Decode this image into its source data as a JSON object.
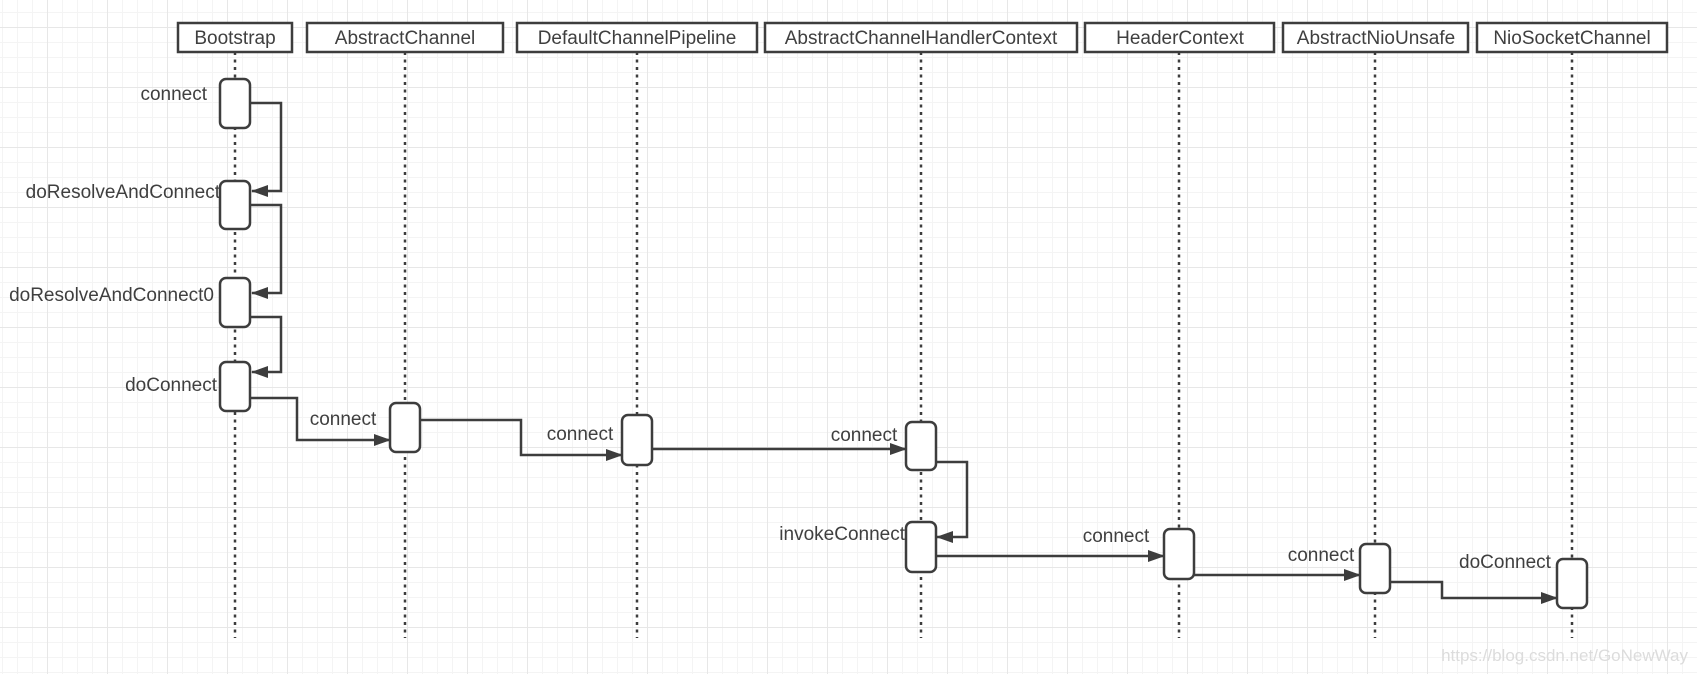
{
  "diagram": {
    "kind": "uml-sequence-diagram",
    "participants": [
      {
        "name": "Bootstrap"
      },
      {
        "name": "AbstractChannel"
      },
      {
        "name": "DefaultChannelPipeline"
      },
      {
        "name": "AbstractChannelHandlerContext"
      },
      {
        "name": "HeaderContext"
      },
      {
        "name": "AbstractNioUnsafe"
      },
      {
        "name": "NioSocketChannel"
      }
    ],
    "messages": [
      {
        "label": "connect",
        "from": "Bootstrap",
        "to": "Bootstrap",
        "type": "self"
      },
      {
        "label": "doResolveAndConnect",
        "from": "Bootstrap",
        "to": "Bootstrap",
        "type": "self"
      },
      {
        "label": "doResolveAndConnect0",
        "from": "Bootstrap",
        "to": "Bootstrap",
        "type": "self"
      },
      {
        "label": "doConnect",
        "from": "Bootstrap",
        "to": "Bootstrap",
        "type": "self"
      },
      {
        "label": "connect",
        "from": "Bootstrap",
        "to": "AbstractChannel",
        "type": "call"
      },
      {
        "label": "connect",
        "from": "AbstractChannel",
        "to": "DefaultChannelPipeline",
        "type": "call"
      },
      {
        "label": "connect",
        "from": "DefaultChannelPipeline",
        "to": "AbstractChannelHandlerContext",
        "type": "call"
      },
      {
        "label": "invokeConnect",
        "from": "AbstractChannelHandlerContext",
        "to": "AbstractChannelHandlerContext",
        "type": "self"
      },
      {
        "label": "connect",
        "from": "AbstractChannelHandlerContext",
        "to": "HeaderContext",
        "type": "call"
      },
      {
        "label": "connect",
        "from": "HeaderContext",
        "to": "AbstractNioUnsafe",
        "type": "call"
      },
      {
        "label": "doConnect",
        "from": "AbstractNioUnsafe",
        "to": "NioSocketChannel",
        "type": "call"
      }
    ],
    "watermark": "https://blog.csdn.net/GoNewWay",
    "colors": {
      "line": "#3d3d3d",
      "text": "#3f3f3f",
      "background": "#ffffff",
      "grid_minor": "#f4f4f4",
      "grid_major": "#e7e7e7",
      "watermark": "#dcdcdc"
    }
  }
}
